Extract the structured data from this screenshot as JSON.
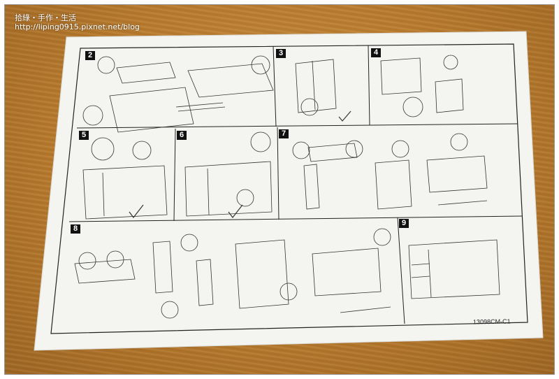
{
  "watermark": {
    "line1": "拾綠・手作・生活",
    "line2": "http://liping0915.pixnet.net/blog"
  },
  "sheet": {
    "code": "13098CM-C1",
    "steps": [
      "2",
      "3",
      "4",
      "5",
      "6",
      "7",
      "8",
      "9"
    ],
    "colors": {
      "wood": "#b97b2d",
      "paper": "#f4f4f1",
      "ink": "#222222"
    }
  }
}
